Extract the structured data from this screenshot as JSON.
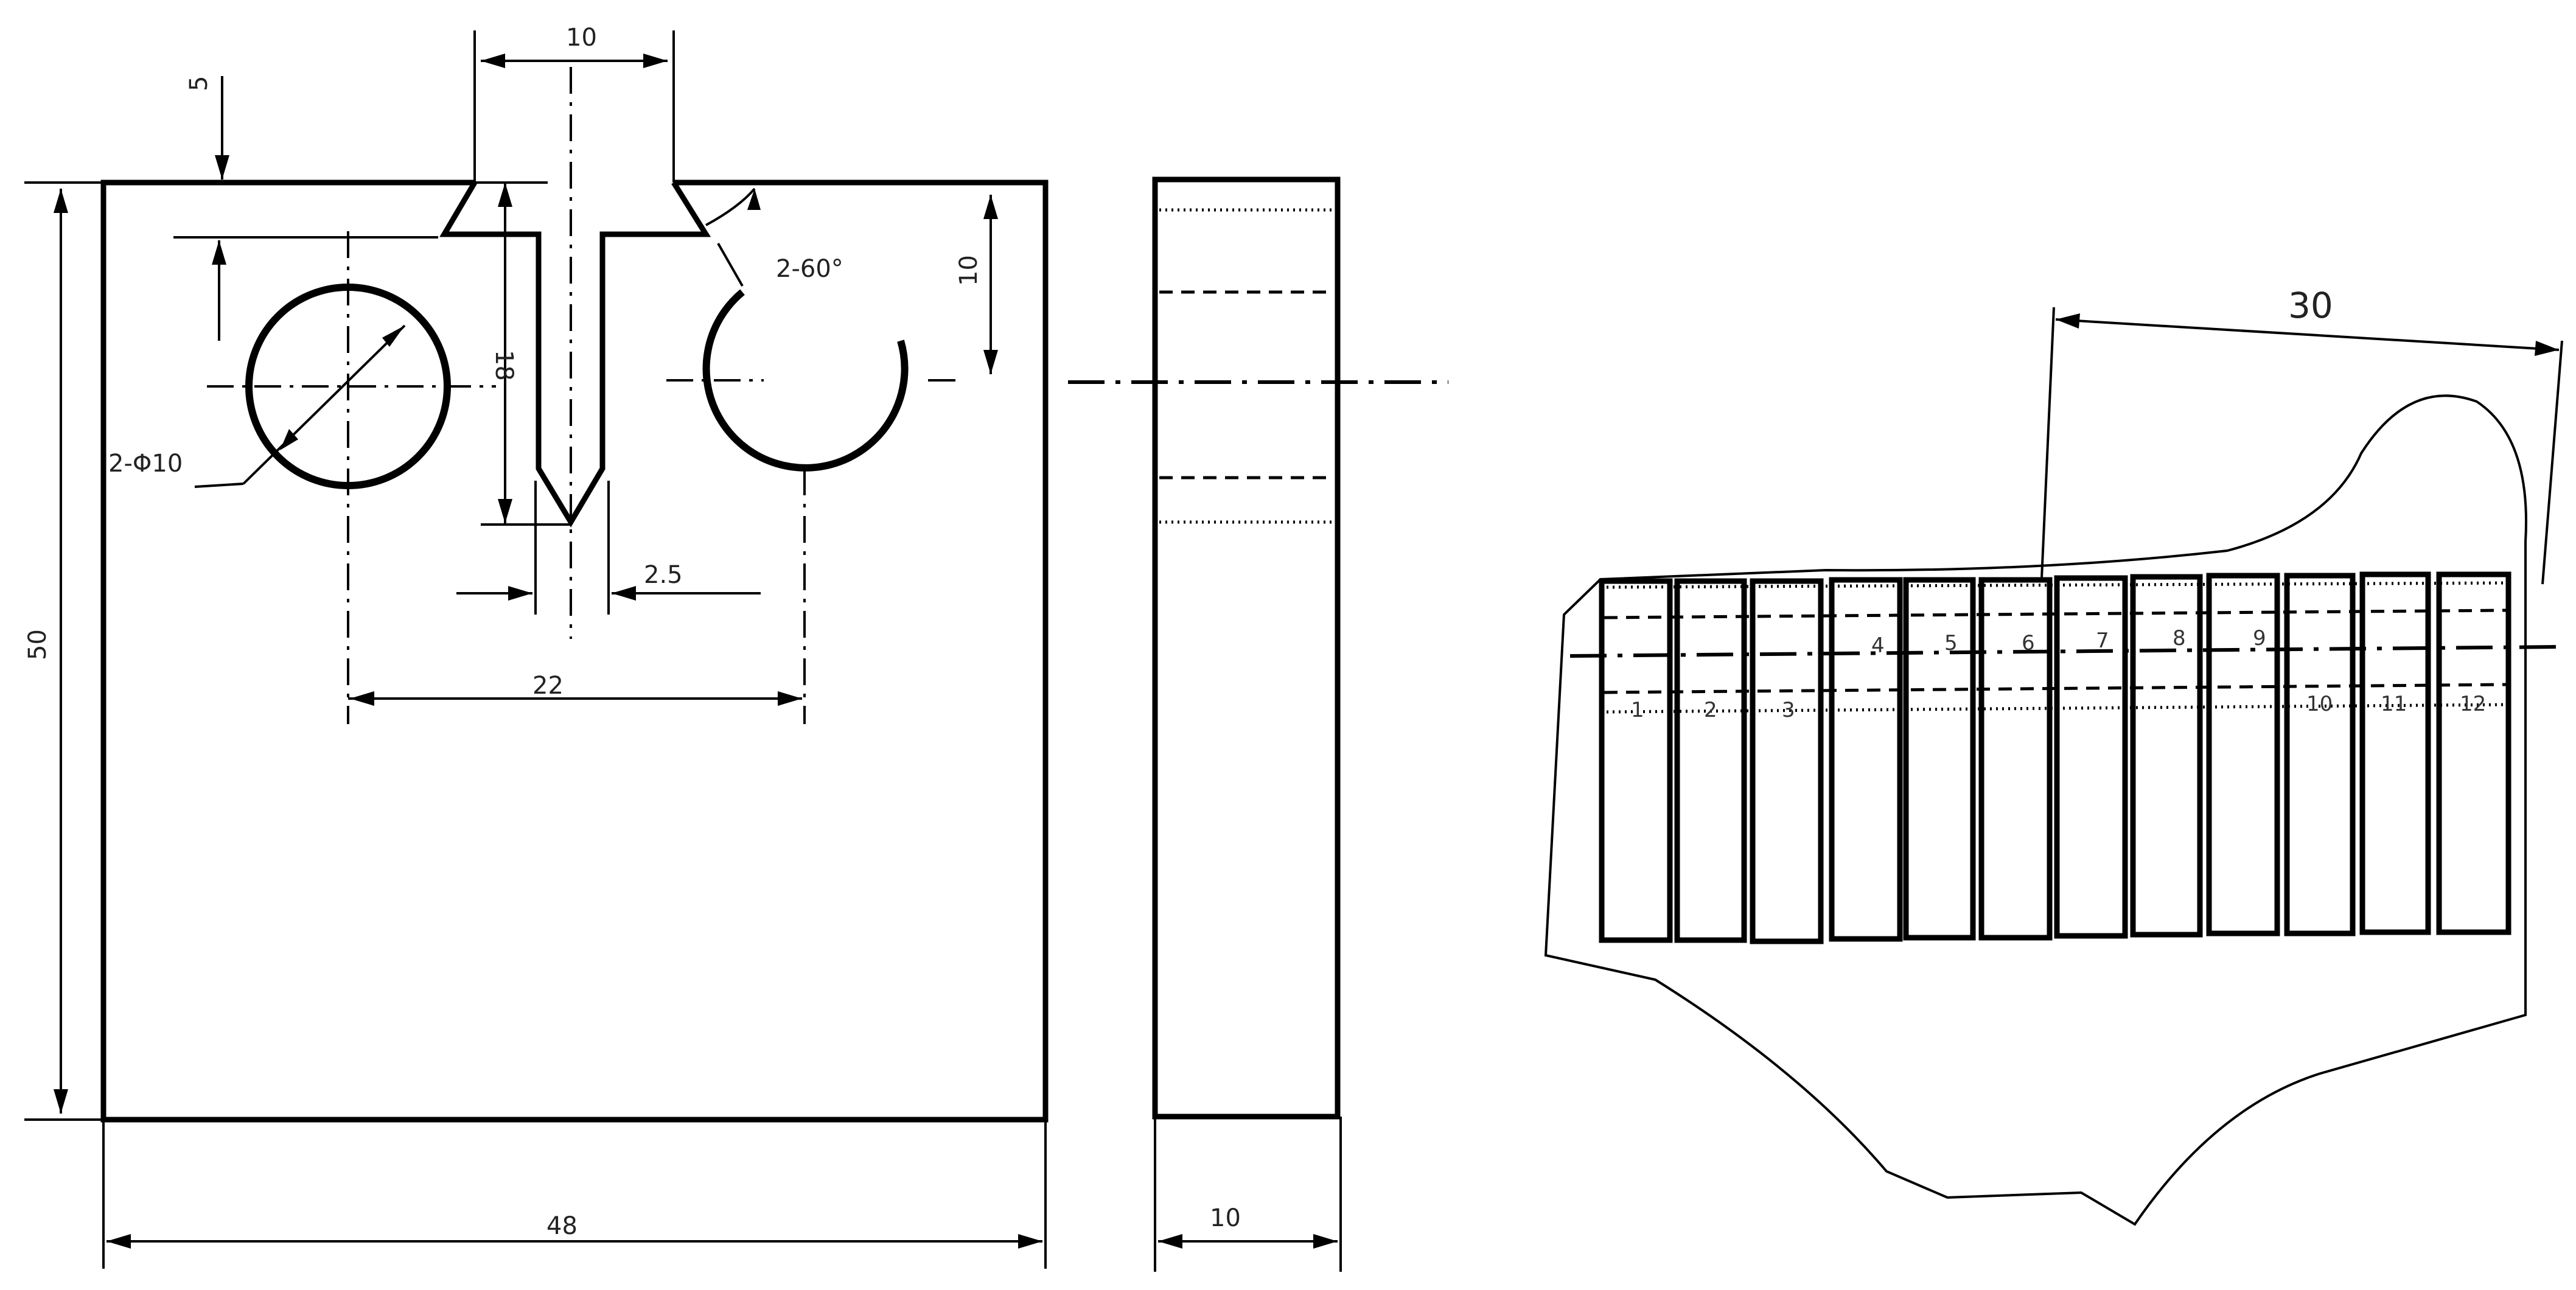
{
  "front_view": {
    "dim_top_slot_width": "10",
    "dim_top_offset": "5",
    "dim_right_offset": "10",
    "dim_slot_depth": "18",
    "dim_chamfer": "2-60°",
    "dim_holes": "2-Φ10",
    "dim_height": "50",
    "dim_notch": "2.5",
    "dim_hole_spacing": "22",
    "dim_width": "48"
  },
  "side_view": {
    "dim_thickness": "10"
  },
  "part_view": {
    "dim_spacing": "30",
    "row_top_labels": [
      "4",
      "5",
      "6",
      "7",
      "8",
      "9"
    ],
    "row_bottom_labels": [
      "1",
      "2",
      "3",
      "10",
      "11",
      "12"
    ]
  }
}
